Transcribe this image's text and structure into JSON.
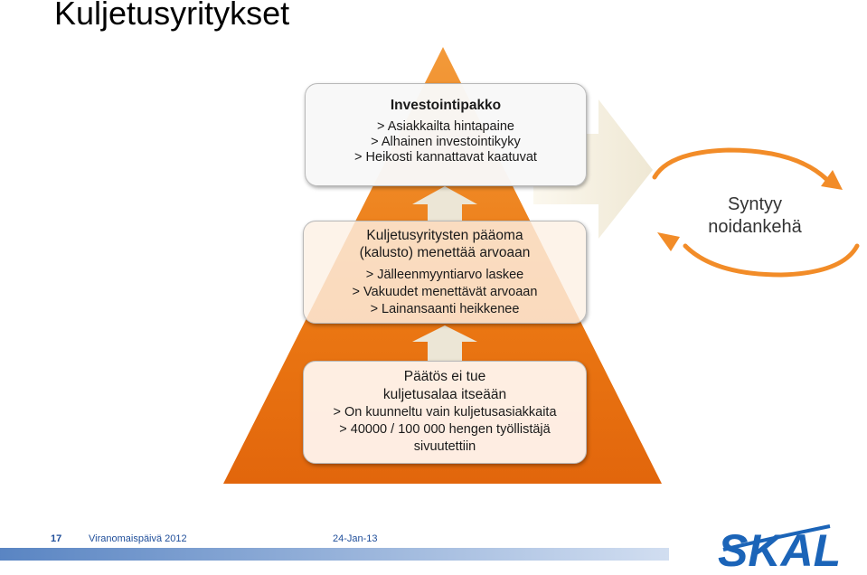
{
  "title": "Kuljetusyritykset",
  "box_top": {
    "heading": "Investointipakko",
    "items": [
      "> Asiakkailta hintapaine",
      "> Alhainen investointikyky",
      "> Heikosti kannattavat kaatuvat"
    ]
  },
  "box_middle": {
    "heading_lines": [
      "Kuljetusyritysten pääoma",
      "(kalusto) menettää arvoaan"
    ],
    "items": [
      "> Jälleenmyyntiarvo laskee",
      "> Vakuudet menettävät arvoaan",
      "> Lainansaanti heikkenee"
    ]
  },
  "box_bottom": {
    "heading_lines": [
      "Päätös ei tue",
      "kuljetusalaa itseään"
    ],
    "items": [
      "> On kuunneltu vain kuljetusasiakkaita",
      "> 40000 / 100 000 hengen työllistäjä",
      "sivuutettiin"
    ]
  },
  "cycle": {
    "lines": [
      "Syntyy",
      "noidankehä"
    ]
  },
  "footer": {
    "page_number": "17",
    "event": "Viranomaispäivä 2012",
    "date": "24-Jan-13"
  },
  "logo": {
    "text": "SKAL"
  },
  "colors": {
    "pyramid": "#ec7a14",
    "arrow_up": "#ece6d6",
    "cycle_arrow": "#f28c28",
    "footer_text": "#1f4e9a",
    "logo_blue": "#1b64b8"
  },
  "icons": [
    "up-arrow-icon",
    "right-arrow-icon",
    "cycle-arrows-icon",
    "skal-logo"
  ]
}
